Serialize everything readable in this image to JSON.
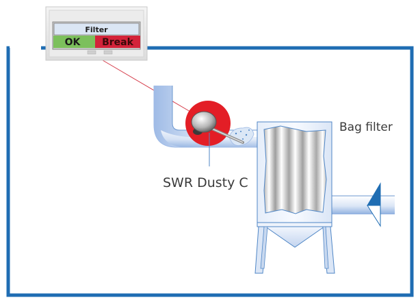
{
  "panel": {
    "title": "Filter",
    "status_ok": "OK",
    "status_break": "Break",
    "colors": {
      "ok": "#7cc05c",
      "break": "#d3233a",
      "display": "#dbe6f4"
    }
  },
  "labels": {
    "sensor": "SWR Dusty C",
    "bag_filter": "Bag filter"
  },
  "colors": {
    "frame": "#1f6db3",
    "sensor_highlight": "#e31e26",
    "pipe_stroke": "#4f86c6",
    "signal_line": "#d53a48"
  }
}
